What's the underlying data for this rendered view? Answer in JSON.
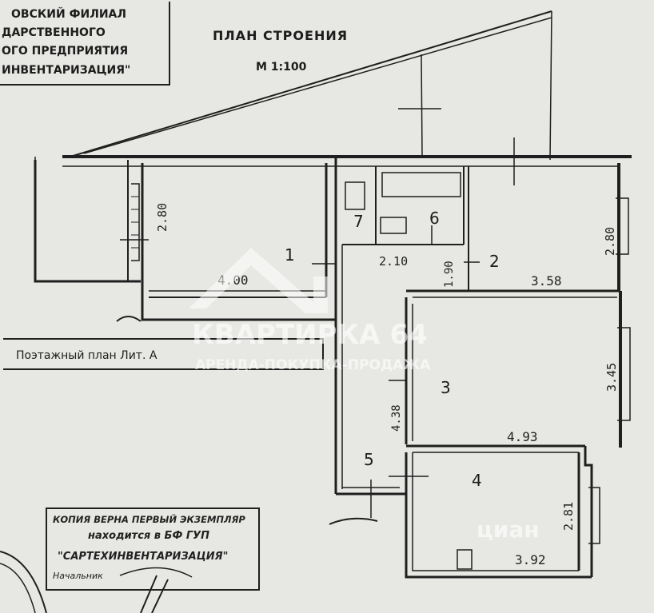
{
  "header_stamp": {
    "lines": [
      "ОВСКИЙ ФИЛИАЛ",
      "ДАРСТВЕННОГО",
      "ОГО ПРЕДПРИЯТИЯ",
      "ИНВЕНТАРИЗАЦИЯ\""
    ]
  },
  "title": {
    "line1": "ПЛАН СТРОЕНИЯ",
    "line2": "М 1:100"
  },
  "floor_plan_label": "Поэтажный план Лит. А",
  "rooms": {
    "r1": {
      "number": "1",
      "dimension": "4.00"
    },
    "r1_height": "2.80",
    "r2": {
      "number": "2",
      "dims": [
        "3.58",
        "2.80"
      ]
    },
    "r3": {
      "number": "3",
      "dims": [
        "4.93",
        "3.45"
      ]
    },
    "r4": {
      "number": "4",
      "dims": [
        "3.92",
        "2.81"
      ]
    },
    "r5": {
      "number": "5",
      "dims": [
        "4.38"
      ]
    },
    "r6": {
      "number": "6"
    },
    "r7": {
      "number": "7"
    },
    "corridor": {
      "dims": [
        "2.10",
        "1.90"
      ]
    }
  },
  "copy_stamp": {
    "line1": "КОПИЯ ВЕРНА ПЕРВЫЙ ЭКЗЕМПЛЯР",
    "line2": "находится в БФ ГУП",
    "line3": "\"САРТЕХИНВЕНТАРИЗАЦИЯ\"",
    "line4": "Начальник"
  },
  "watermark": {
    "brand": "КВАРТИРКА 64",
    "tagline": "АРЕНДА-ПОКУПКА-ПРОДАЖА",
    "corner": "циан"
  }
}
